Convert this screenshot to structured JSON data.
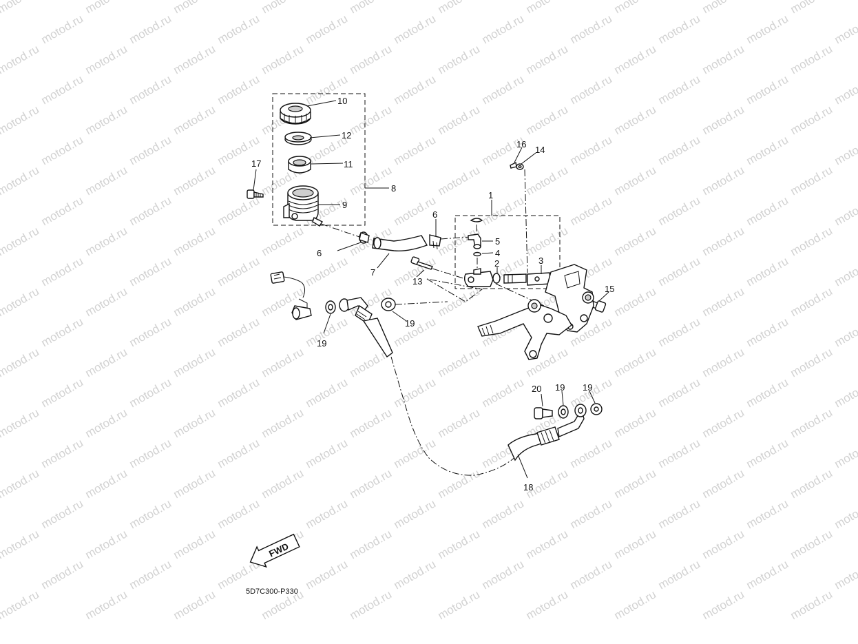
{
  "watermark": {
    "text": "motod.ru"
  },
  "diagram_code": "5D7C300-P330",
  "fwd_label": "FWD",
  "callouts": {
    "c1": "1",
    "c2": "2",
    "c3": "3",
    "c4": "4",
    "c5": "5",
    "c6a": "6",
    "c6b": "6",
    "c7": "7",
    "c8": "8",
    "c9": "9",
    "c10": "10",
    "c11": "11",
    "c12": "12",
    "c13": "13",
    "c14": "14",
    "c15": "15",
    "c16": "16",
    "c17": "17",
    "c18": "18",
    "c19a": "19",
    "c19b": "19",
    "c19c": "19",
    "c19d": "19",
    "c20": "20"
  }
}
